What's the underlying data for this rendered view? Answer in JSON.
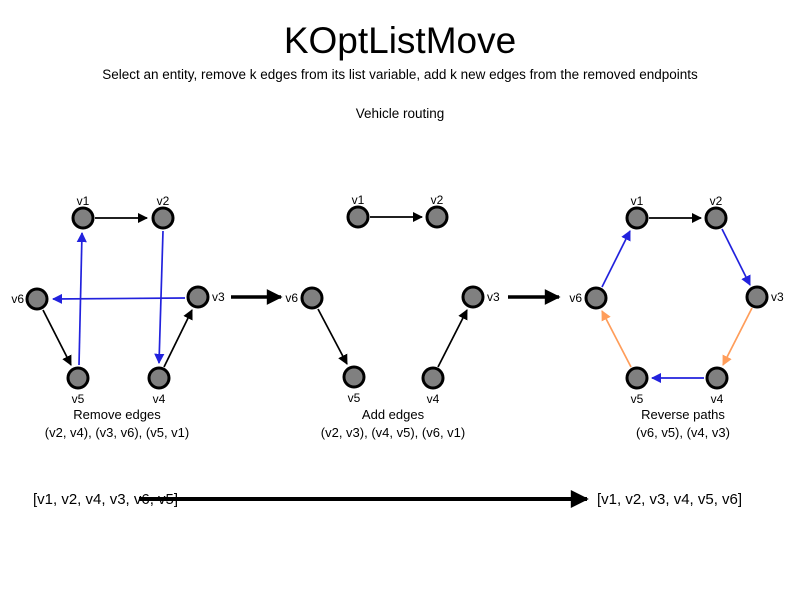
{
  "title": "KOptListMove",
  "subtitle": "Select an entity, remove k edges from its list variable, add k new edges from the removed endpoints",
  "section_label": "Vehicle routing",
  "colors": {
    "background": "#ffffff",
    "node_fill": "#808080",
    "node_stroke": "#000000",
    "edge_black": "#000000",
    "edge_blue": "#2222dd",
    "edge_orange": "#ff9d5a"
  },
  "graphs": [
    {
      "id": "remove-edges",
      "caption_title": "Remove edges",
      "caption_detail": "(v2, v4), (v3, v6), (v5, v1)",
      "nodes": [
        {
          "label": "v1"
        },
        {
          "label": "v2"
        },
        {
          "label": "v3"
        },
        {
          "label": "v4"
        },
        {
          "label": "v5"
        },
        {
          "label": "v6"
        }
      ],
      "edges": [
        {
          "from": "v1",
          "to": "v2",
          "color": "black"
        },
        {
          "from": "v2",
          "to": "v4",
          "color": "blue"
        },
        {
          "from": "v4",
          "to": "v3",
          "color": "black"
        },
        {
          "from": "v3",
          "to": "v6",
          "color": "blue"
        },
        {
          "from": "v6",
          "to": "v5",
          "color": "black"
        },
        {
          "from": "v5",
          "to": "v1",
          "color": "blue"
        }
      ]
    },
    {
      "id": "add-edges",
      "caption_title": "Add edges",
      "caption_detail": "(v2, v3), (v4, v5), (v6, v1)",
      "nodes": [
        {
          "label": "v1"
        },
        {
          "label": "v2"
        },
        {
          "label": "v3"
        },
        {
          "label": "v4"
        },
        {
          "label": "v5"
        },
        {
          "label": "v6"
        }
      ],
      "edges": [
        {
          "from": "v1",
          "to": "v2",
          "color": "black"
        },
        {
          "from": "v6",
          "to": "v5",
          "color": "black"
        },
        {
          "from": "v4",
          "to": "v3",
          "color": "black"
        }
      ]
    },
    {
      "id": "reverse-paths",
      "caption_title": "Reverse paths",
      "caption_detail": "(v6, v5), (v4, v3)",
      "nodes": [
        {
          "label": "v1"
        },
        {
          "label": "v2"
        },
        {
          "label": "v3"
        },
        {
          "label": "v4"
        },
        {
          "label": "v5"
        },
        {
          "label": "v6"
        }
      ],
      "edges": [
        {
          "from": "v1",
          "to": "v2",
          "color": "black"
        },
        {
          "from": "v2",
          "to": "v3",
          "color": "blue"
        },
        {
          "from": "v3",
          "to": "v4",
          "color": "orange"
        },
        {
          "from": "v4",
          "to": "v5",
          "color": "blue"
        },
        {
          "from": "v5",
          "to": "v6",
          "color": "orange"
        },
        {
          "from": "v6",
          "to": "v1",
          "color": "blue"
        }
      ]
    }
  ],
  "footer": {
    "before_list": "[v1, v2, v4, v3, v6, v5]",
    "after_list": "[v1, v2, v3, v4, v5, v6]"
  }
}
